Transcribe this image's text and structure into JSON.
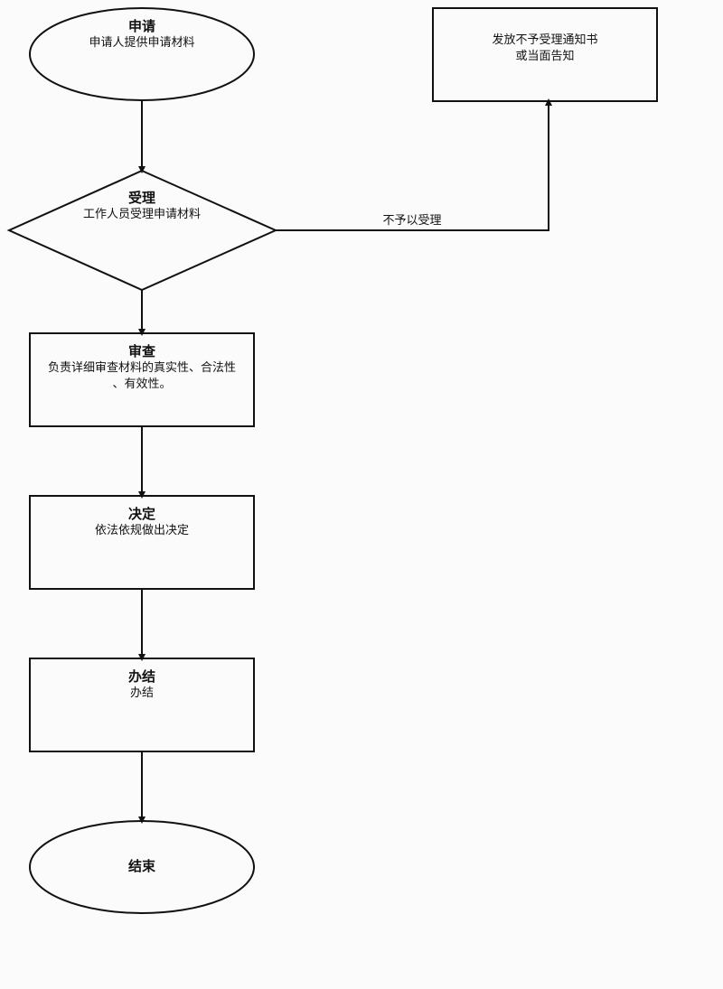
{
  "flowchart": {
    "apply": {
      "title": "申请",
      "desc": "申请人提供申请材料"
    },
    "accept": {
      "title": "受理",
      "desc": "工作人员受理申请材料"
    },
    "reject_box": {
      "line1": "发放不予受理通知书",
      "line2": "或当面告知"
    },
    "reject_edge_label": "不予以受理",
    "review": {
      "title": "审查",
      "line1": "负责详细审查材料的真实性、合法性",
      "line2": "、有效性。"
    },
    "decide": {
      "title": "决定",
      "desc": "依法依规做出决定"
    },
    "conclude": {
      "title": "办结",
      "desc": "办结"
    },
    "end": {
      "title": "结束"
    }
  },
  "colors": {
    "stroke": "#111111",
    "background": "#fbfbfb"
  }
}
